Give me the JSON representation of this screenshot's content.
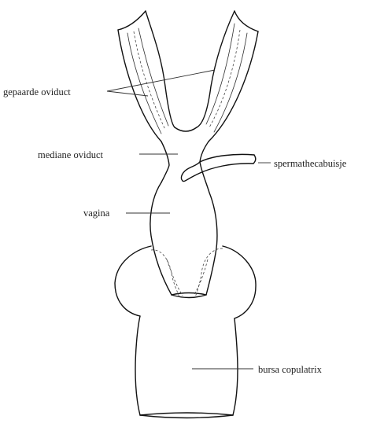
{
  "labels": {
    "paired_oviduct": "gepaarde oviduct",
    "median_oviduct": "mediane oviduct",
    "spermatheca_duct": "spermathecabuisje",
    "vagina": "vagina",
    "bursa": "bursa copulatrix"
  },
  "colors": {
    "line": "#111111",
    "text": "#222222",
    "background": "#ffffff"
  }
}
